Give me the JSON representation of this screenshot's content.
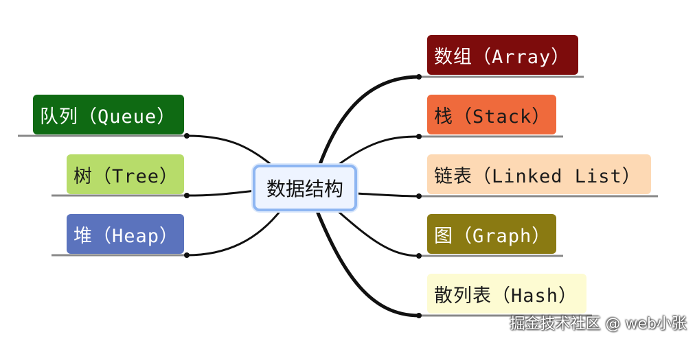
{
  "center": {
    "label": "数据结构"
  },
  "left_nodes": [
    {
      "text": "队列（Queue）",
      "bg": "#0f6a13",
      "fg": "#ffffff"
    },
    {
      "text": "树（Tree）",
      "bg": "#b7dc6a",
      "fg": "#1a1a1a"
    },
    {
      "text": "堆（Heap）",
      "bg": "#5b73bd",
      "fg": "#ffffff"
    }
  ],
  "right_nodes": [
    {
      "text": "数组（Array）",
      "bg": "#7d0c0c",
      "fg": "#ffffff"
    },
    {
      "text": "栈（Stack）",
      "bg": "#ef6a3c",
      "fg": "#1a1a1a"
    },
    {
      "text": "链表（Linked List）",
      "bg": "#fdd9b4",
      "fg": "#1a1a1a"
    },
    {
      "text": "图（Graph）",
      "bg": "#8a7a12",
      "fg": "#ffffff"
    },
    {
      "text": "散列表（Hash）",
      "bg": "#fdfbd2",
      "fg": "#1a1a1a"
    }
  ],
  "watermark": "掘金技术社区 @ web小张"
}
